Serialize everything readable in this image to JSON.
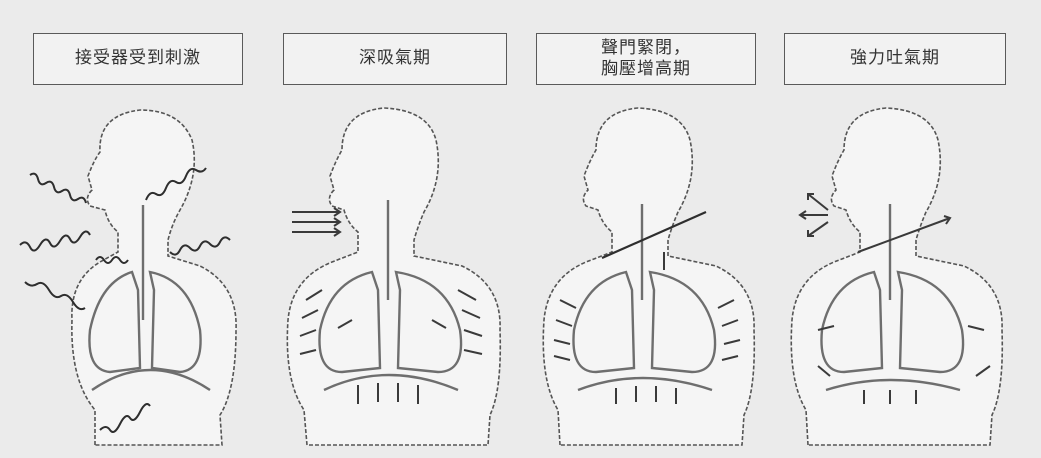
{
  "panels": [
    {
      "label": "接受器受到刺激"
    },
    {
      "label": "深吸氣期"
    },
    {
      "label_line1": "聲門緊閉，",
      "label_line2": "胸壓增高期"
    },
    {
      "label": "強力吐氣期"
    }
  ],
  "colors": {
    "background": "#ebebeb",
    "stroke": "#555555",
    "lung_stroke": "#6e6e6e",
    "arrow": "#3a3a3a"
  }
}
